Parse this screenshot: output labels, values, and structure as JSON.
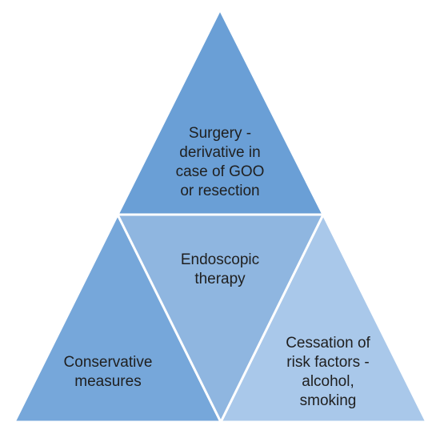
{
  "colors": {
    "top": "#6A9FD6",
    "center": "#8FB6E0",
    "left": "#76A7DA",
    "right": "#A9C8EA",
    "stroke": "#FFFFFF"
  },
  "sections": {
    "top": {
      "label": "Surgery -\nderivative in\ncase of GOO\nor resection"
    },
    "center": {
      "label": "Endoscopic\ntherapy"
    },
    "left": {
      "label": "Conservative\nmeasures"
    },
    "right": {
      "label": "Cessation of\nrisk factors -\nalcohol,\nsmoking"
    }
  }
}
